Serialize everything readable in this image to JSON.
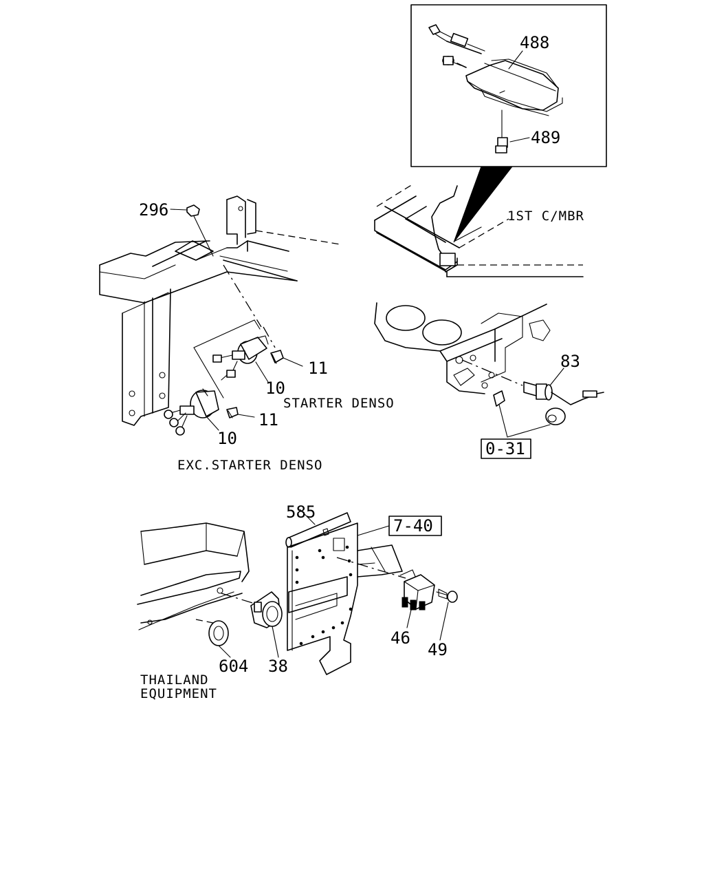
{
  "callouts": {
    "p488": "488",
    "p489": "489",
    "p296": "296",
    "p11_upper": "11",
    "p10_upper": "10",
    "p11_lower": "11",
    "p10_lower": "10",
    "p83": "83",
    "p585": "585",
    "p46": "46",
    "p49": "49",
    "p604": "604",
    "p38": "38"
  },
  "references": {
    "ref_0_31": "0-31",
    "ref_7_40": "7-40"
  },
  "notes": {
    "first_cross_member": "1ST C/MBR",
    "starter_denso": "STARTER DENSO",
    "exc_starter_denso": "EXC.STARTER DENSO",
    "thailand_line1": "THAILAND",
    "thailand_line2": "EQUIPMENT"
  }
}
